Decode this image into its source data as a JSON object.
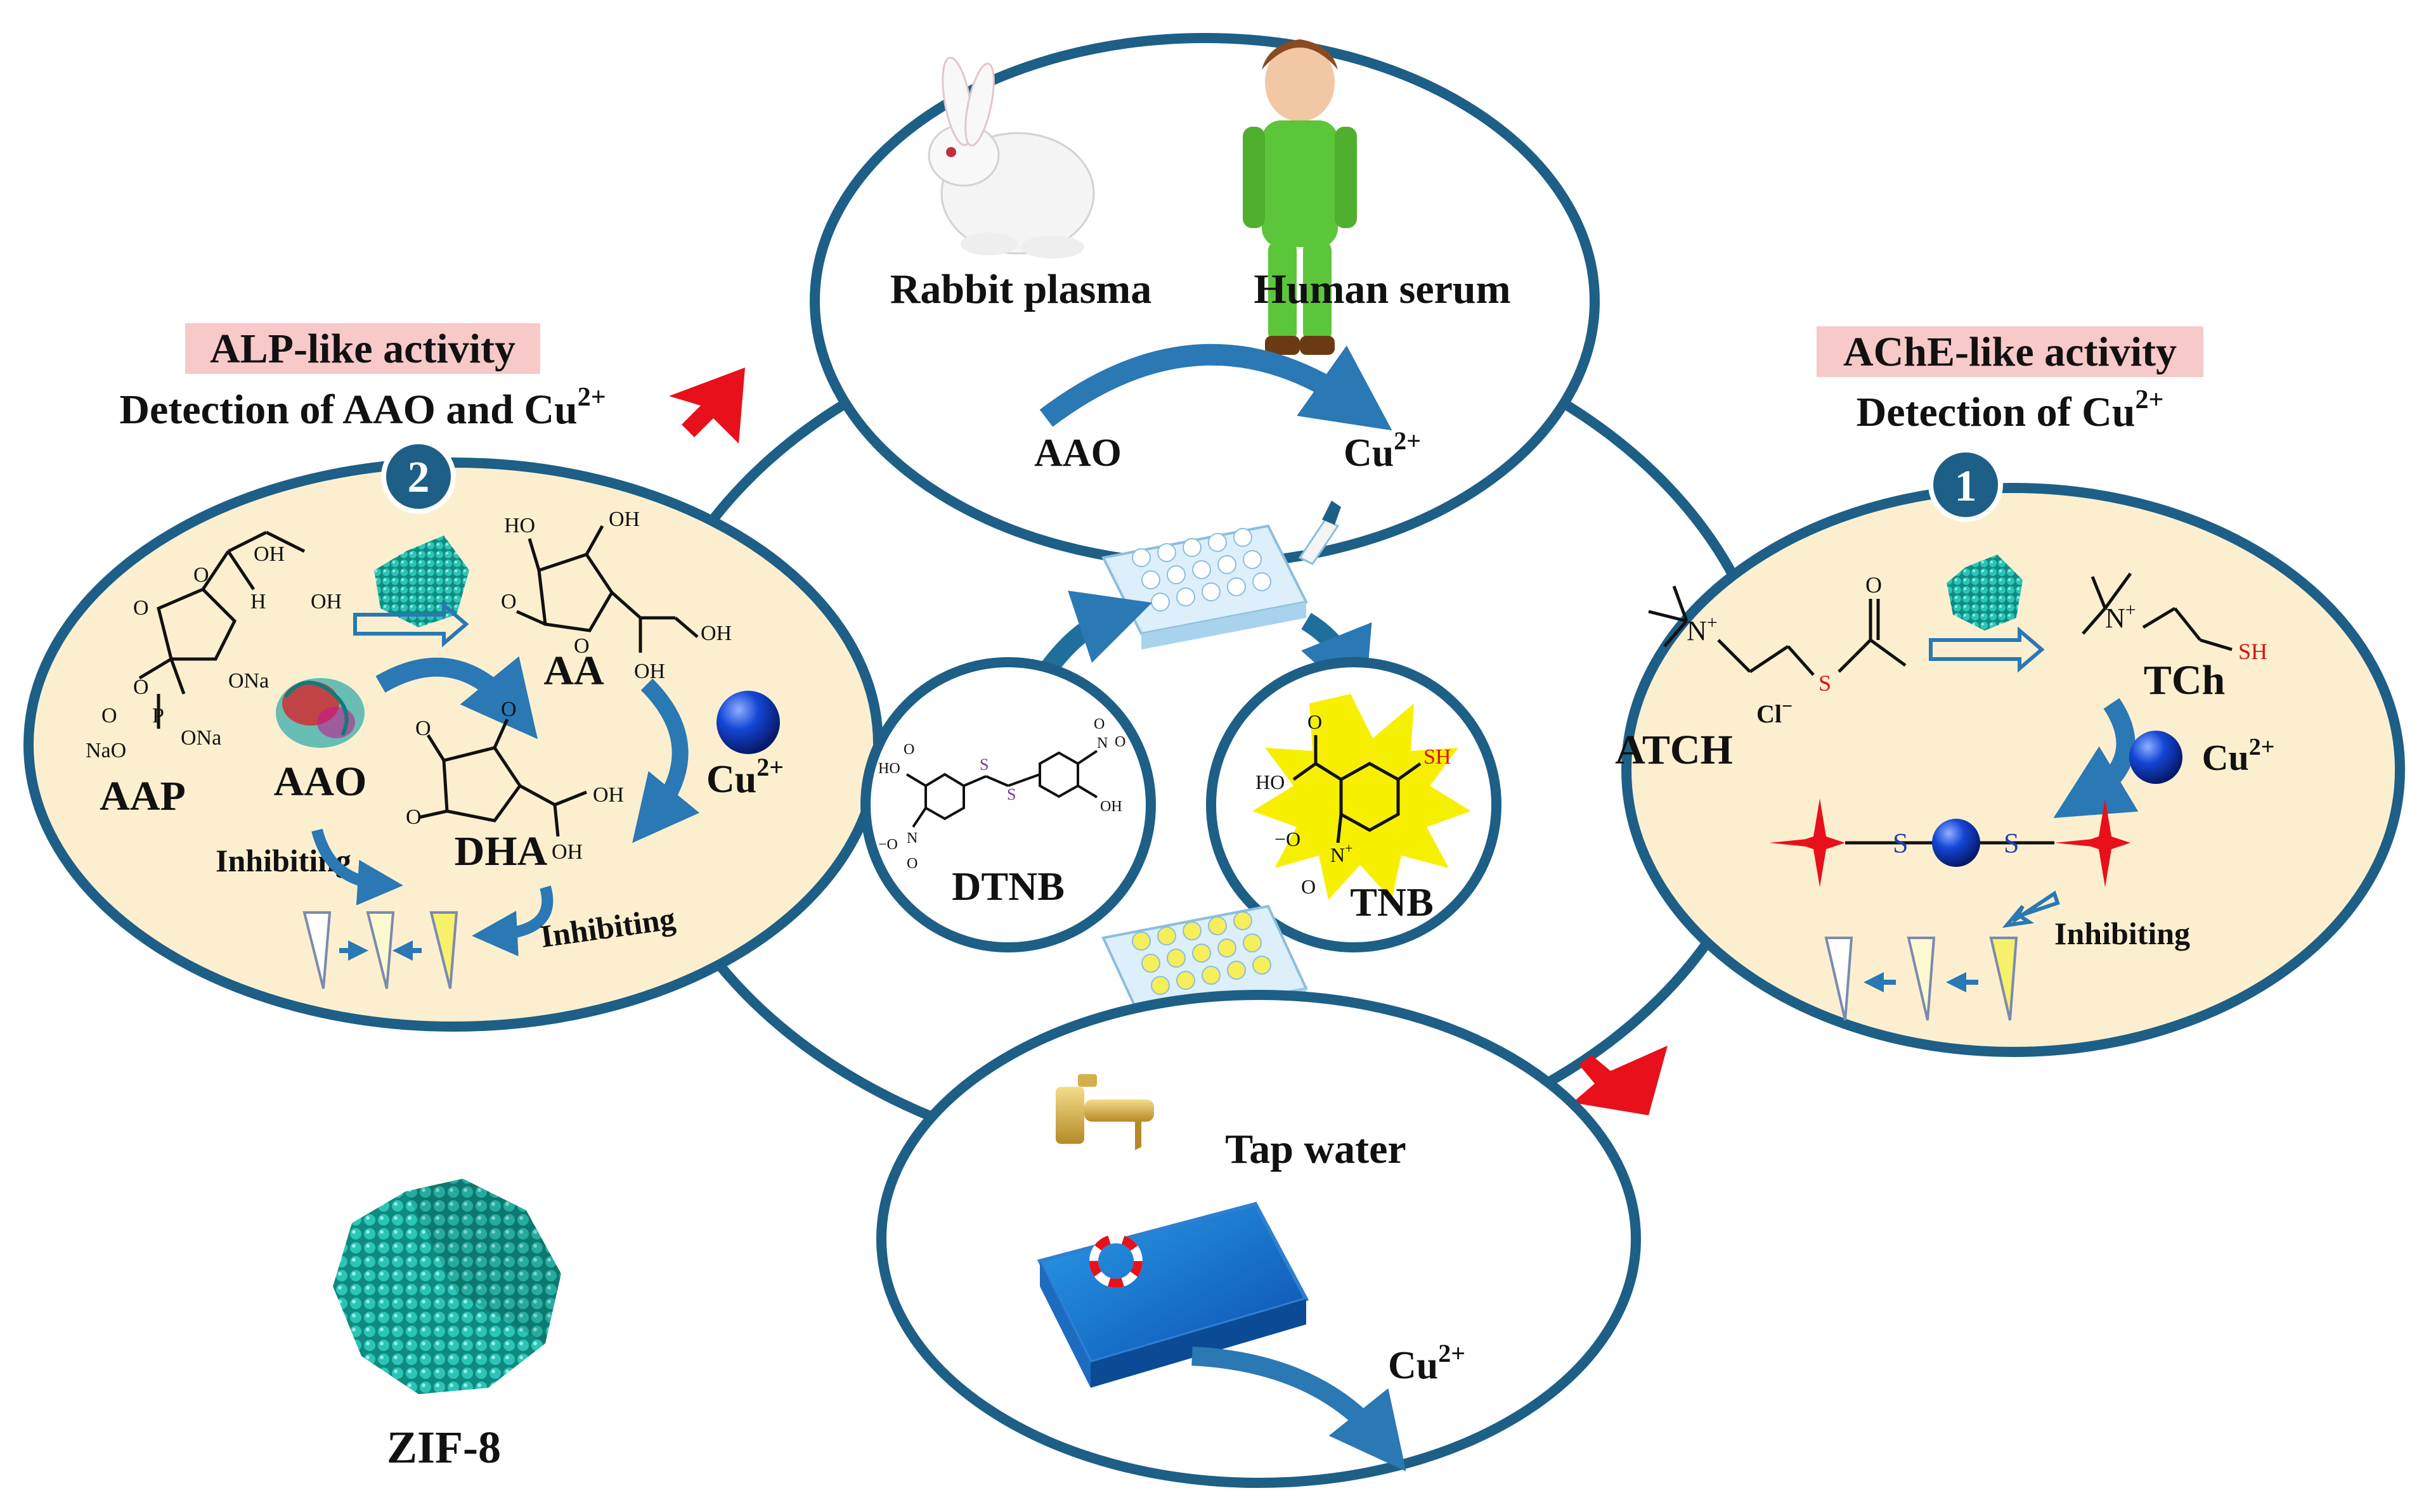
{
  "colors": {
    "ring": "#1d5f86",
    "ellipse_fill": "#fcefcf",
    "circle_fill": "#ffffff",
    "highlight": "#f8c9c9",
    "arrow_blue": "#2a78b4",
    "zif_teal": "#1fb3a6",
    "cu_blue": "#1446d6",
    "red": "#e8101a",
    "sh_red": "#d81212",
    "tnb_yellow": "#f6f000"
  },
  "top": {
    "rabbit_label": "Rabbit plasma",
    "human_label": "Human serum",
    "aao_label": "AAO",
    "cu_label": "Cu",
    "cu_sup": "2+"
  },
  "left": {
    "activity": "ALP-like activity",
    "detection_prefix": "Detection of AAO and Cu",
    "detection_sup": "2+",
    "number": "2",
    "aap": "AAP",
    "aao": "AAO",
    "aa": "AA",
    "dha": "DHA",
    "cu": "Cu",
    "cu_sup": "2+",
    "inhibiting_1": "Inhibiting",
    "inhibiting_2": "Inhibiting",
    "chem": {
      "oh1": "OH",
      "h": "H",
      "oh2": "OH",
      "o1": "O",
      "o2": "O",
      "ona1": "ONa",
      "o3": "O",
      "p": "P",
      "ona2": "ONa",
      "nao": "NaO",
      "o4": "O",
      "ho": "HO",
      "oh3": "OH",
      "o5": "O",
      "o6": "O",
      "oh4": "OH",
      "oh5": "OH",
      "o7": "O",
      "o8": "O",
      "o9": "O",
      "oh6": "OH",
      "oh7": "OH"
    }
  },
  "right": {
    "activity": "AChE-like activity",
    "detection_prefix": "Detection of Cu",
    "detection_sup": "2+",
    "number": "1",
    "atch": "ATCH",
    "tch": "TCh",
    "cl": "Cl",
    "cl_sup": "−",
    "n_plus_1": "N",
    "n_plus_2": "N",
    "plus": "+",
    "o": "O",
    "s": "S",
    "sh": "SH",
    "cu": "Cu",
    "cu_sup": "2+",
    "s_left": "S",
    "s_right": "S",
    "inhibiting": "Inhibiting"
  },
  "center": {
    "dtnb": "DTNB",
    "tnb": "TNB",
    "dtnb_chem": {
      "ho1": "HO",
      "o1": "O",
      "o_minus1": "−O",
      "n1": "N",
      "o2": "O",
      "s1": "S",
      "s2": "S",
      "n2": "N",
      "o_minus2": "O",
      "o3": "O",
      "oh": "OH"
    },
    "tnb_chem": {
      "o": "O",
      "ho": "HO",
      "o_minus": "−O",
      "n": "N",
      "plus": "+",
      "o2": "O",
      "sh": "SH"
    }
  },
  "bottom": {
    "tap_label": "Tap water",
    "cu": "Cu",
    "cu_sup": "2+"
  },
  "zif": {
    "label": "ZIF-8"
  }
}
